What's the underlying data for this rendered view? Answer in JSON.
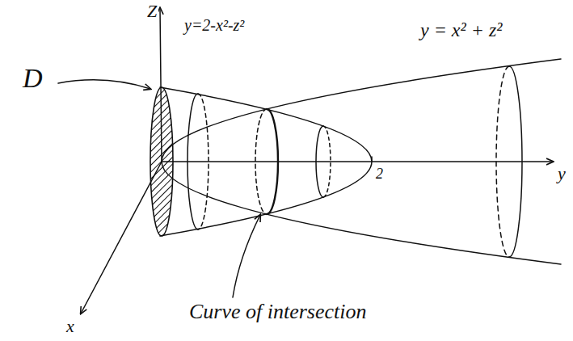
{
  "diagram": {
    "labels": [
      "Z",
      "y=2-x²-z²",
      "y = x² + z²",
      "D",
      "y",
      "x",
      "2",
      "Curve of intersection"
    ]
  }
}
